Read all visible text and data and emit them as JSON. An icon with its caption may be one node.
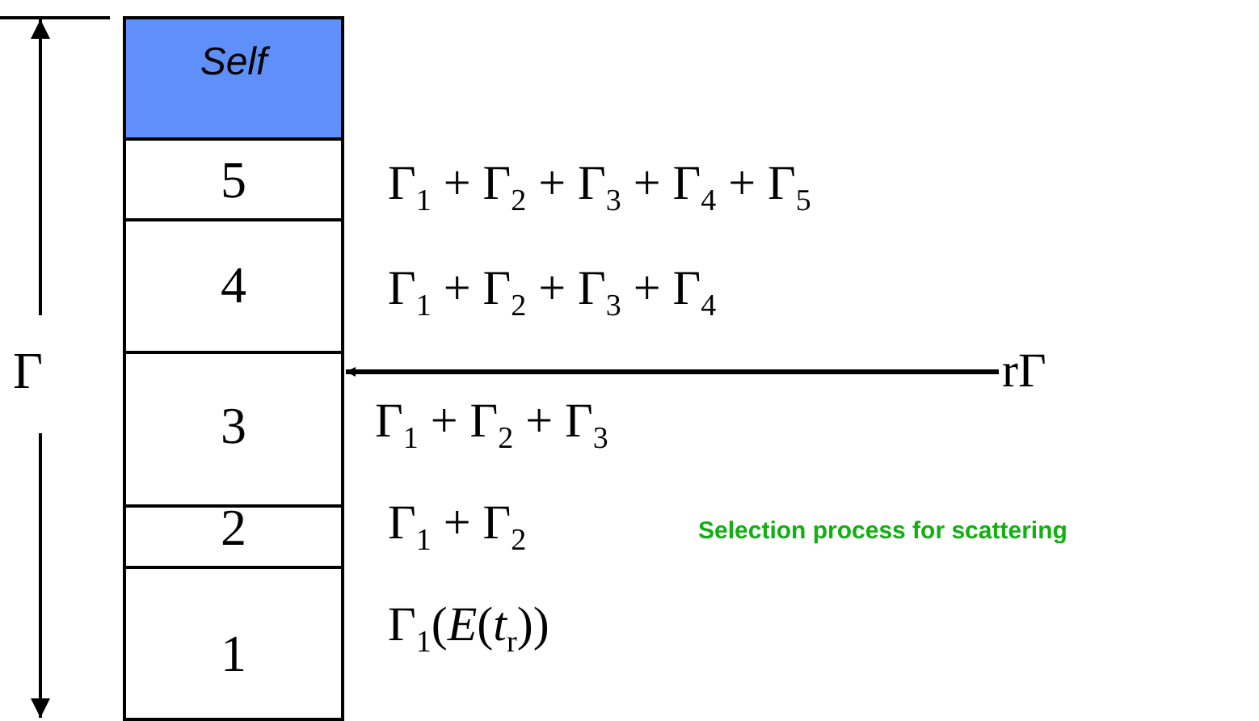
{
  "diagram": {
    "nodes": [
      {
        "text": [
          "Self"
        ]
      },
      {
        "text": [
          "5"
        ],
        "beside": [
          "Γ$_{1}$ + Γ$_{2}$ + Γ$_{3}$ + Γ$_{4}$ + Γ$_{5}$"
        ]
      },
      {
        "text": [
          "4"
        ],
        "beside": [
          "Γ$_{1}$ + Γ$_{2}$ + Γ$_{3}$ + Γ$_{4}$"
        ]
      },
      {
        "text": [
          "3"
        ],
        "beside": [
          "Γ$_{1}$ + Γ$_{2}$ + Γ$_{3}$"
        ]
      },
      {
        "text": [
          "2"
        ],
        "beside": [
          "Γ$_{1}$ + Γ$_{2}$"
        ]
      },
      {
        "text": [
          "1"
        ],
        "beside": [
          "Γ$_{1}$(*E*(*t*$_{r}$))"
        ]
      },
      {
        "text": [
          "rΓ"
        ]
      }
    ],
    "edges": [
      {
        "from": 6,
        "to": 3,
        "arrow": "to"
      }
    ],
    "labels": [
      "Γ",
      "Selection process for scattering"
    ]
  }
}
